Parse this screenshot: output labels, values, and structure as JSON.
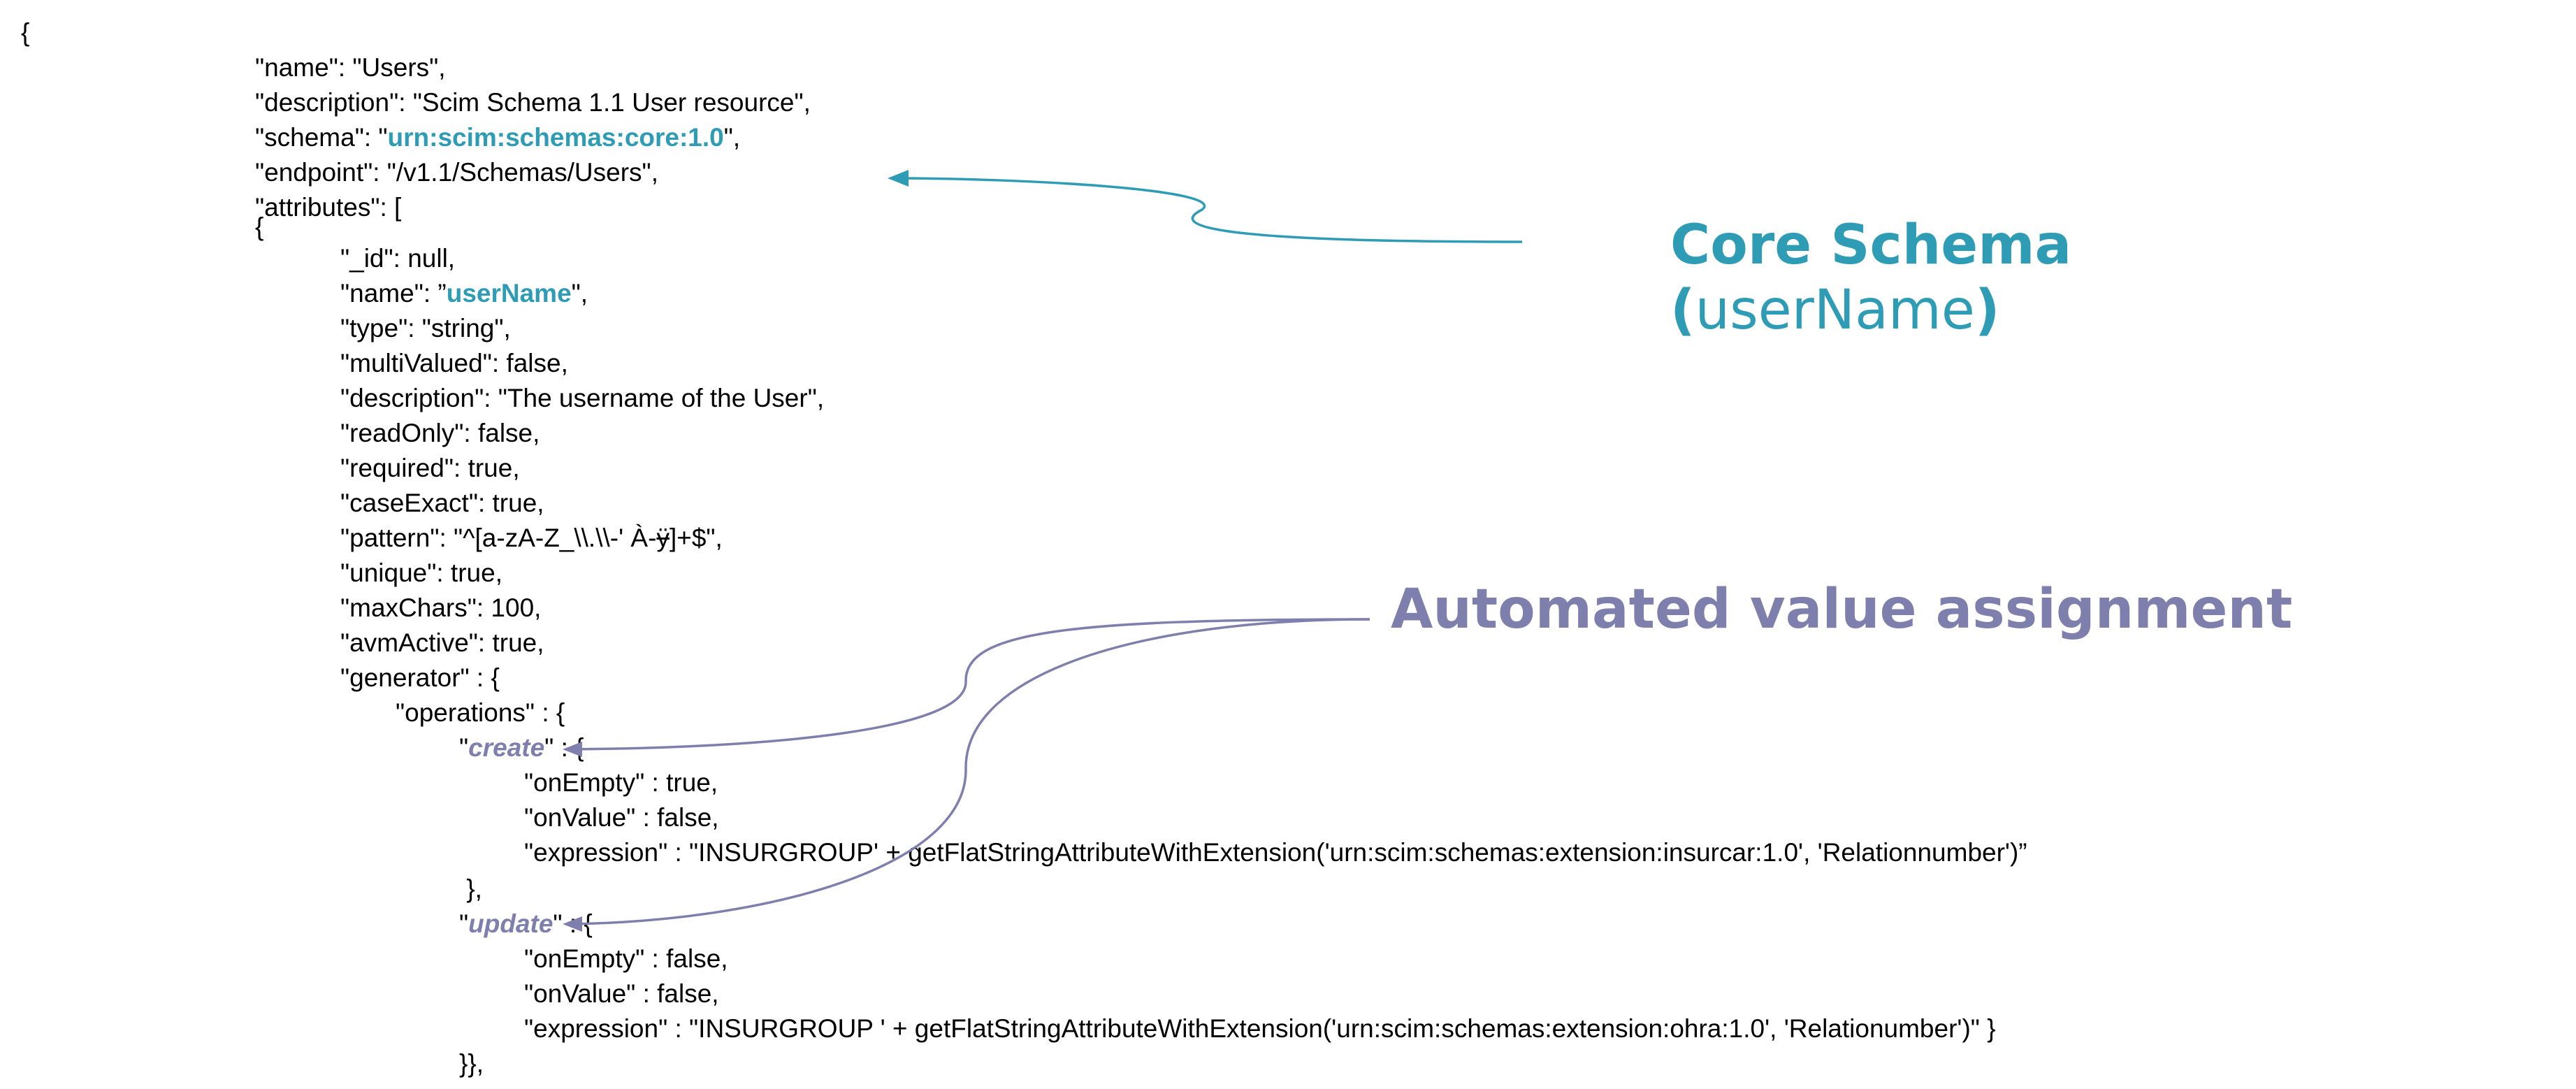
{
  "colors": {
    "teal": "#2e9cb5",
    "purple": "#7f7fae",
    "text": "#000000"
  },
  "code": [
    {
      "id": "l0",
      "indent": 0,
      "parts": [
        {
          "t": "{"
        }
      ]
    },
    {
      "id": "l1",
      "indent": 1,
      "parts": [
        {
          "t": "\"name\": \"Users\","
        }
      ]
    },
    {
      "id": "l2",
      "indent": 1,
      "parts": [
        {
          "t": "\"description\": \"Scim Schema 1.1 User resource\","
        }
      ]
    },
    {
      "id": "l3",
      "indent": 1,
      "parts": [
        {
          "t": "\"schema\": \""
        },
        {
          "t": "urn:scim:schemas:core:1.0",
          "s": "teal"
        },
        {
          "t": "\","
        }
      ]
    },
    {
      "id": "l4",
      "indent": 1,
      "parts": [
        {
          "t": "\"endpoint\": \"/v1.1/Schemas/Users\","
        }
      ]
    },
    {
      "id": "l5",
      "indent": 1,
      "parts": [
        {
          "t": "\"attributes\": ["
        }
      ]
    },
    {
      "id": "l6",
      "indent": 1,
      "parts": [
        {
          "t": "{"
        }
      ]
    },
    {
      "id": "l7",
      "indent": 2,
      "parts": [
        {
          "t": "\"_id\": null,"
        }
      ]
    },
    {
      "id": "l8",
      "indent": 2,
      "parts": [
        {
          "t": "\"name\": ”"
        },
        {
          "t": "userName",
          "s": "teal"
        },
        {
          "t": "\","
        }
      ]
    },
    {
      "id": "l9",
      "indent": 2,
      "parts": [
        {
          "t": "\"type\": \"string\","
        }
      ]
    },
    {
      "id": "l10",
      "indent": 2,
      "parts": [
        {
          "t": "\"multiValued\": false,"
        }
      ]
    },
    {
      "id": "l11",
      "indent": 2,
      "parts": [
        {
          "t": "\"description\": \"The username of the User\","
        }
      ]
    },
    {
      "id": "l12",
      "indent": 2,
      "parts": [
        {
          "t": "\"readOnly\": false,"
        }
      ]
    },
    {
      "id": "l13",
      "indent": 2,
      "parts": [
        {
          "t": "\"required\": true,"
        }
      ]
    },
    {
      "id": "l14",
      "indent": 2,
      "parts": [
        {
          "t": "\"caseExact\": true,"
        }
      ]
    },
    {
      "id": "l15",
      "indent": 2,
      "parts": [
        {
          "t": "\"pattern\": \"^[a-zA-Z_\\\\.\\\\-' À-"
        },
        {
          "t": "ÿ",
          "s": "strike"
        },
        {
          "t": "]+$\","
        }
      ]
    },
    {
      "id": "l16",
      "indent": 2,
      "parts": [
        {
          "t": "\"unique\": true,"
        }
      ]
    },
    {
      "id": "l17",
      "indent": 2,
      "parts": [
        {
          "t": "\"maxChars\": 100,"
        }
      ]
    },
    {
      "id": "l18",
      "indent": 2,
      "parts": [
        {
          "t": "\"avmActive\": true,"
        }
      ]
    },
    {
      "id": "l19",
      "indent": 2,
      "parts": [
        {
          "t": "\"generator\" : {"
        }
      ]
    },
    {
      "id": "l20",
      "indent": 3,
      "parts": [
        {
          "t": "\"operations\" : {"
        }
      ]
    },
    {
      "id": "l21",
      "indent": 4,
      "parts": [
        {
          "t": "\""
        },
        {
          "t": "create",
          "s": "purple"
        },
        {
          "t": "\" : {"
        }
      ]
    },
    {
      "id": "l22",
      "indent": 5,
      "parts": [
        {
          "t": "\"onEmpty\" : true,"
        }
      ]
    },
    {
      "id": "l23",
      "indent": 5,
      "parts": [
        {
          "t": "\"onValue\" : false,"
        }
      ]
    },
    {
      "id": "l24",
      "indent": 5,
      "parts": [
        {
          "t": "\"expression\" : \"INSURGROUP' + getFlatStringAttributeWithExtension('urn:scim:schemas:extension:insurcar:1.0', 'Relationnumber')”"
        }
      ]
    },
    {
      "id": "l25",
      "indent": 4,
      "parts": [
        {
          "t": " },"
        }
      ]
    },
    {
      "id": "l26",
      "indent": 4,
      "parts": [
        {
          "t": "\""
        },
        {
          "t": "update",
          "s": "purple"
        },
        {
          "t": "\" : {"
        }
      ]
    },
    {
      "id": "l27",
      "indent": 5,
      "parts": [
        {
          "t": "\"onEmpty\" : false,"
        }
      ]
    },
    {
      "id": "l28",
      "indent": 5,
      "parts": [
        {
          "t": "\"onValue\" : false,"
        }
      ]
    },
    {
      "id": "l29",
      "indent": 5,
      "parts": [
        {
          "t": "\"expression\" : \"INSURGROUP ' + getFlatStringAttributeWithExtension('urn:scim:schemas:extension:ohra:1.0', 'Relationumber')\" }"
        }
      ]
    },
    {
      "id": "l30",
      "indent": 4,
      "parts": [
        {
          "t": "}},"
        }
      ]
    }
  ],
  "annotations": {
    "core_schema_title": "Core Schema",
    "core_schema_sub_open": "(",
    "core_schema_sub_word": "userName",
    "core_schema_sub_close": ")",
    "automated_title": "Automated value assignment"
  }
}
